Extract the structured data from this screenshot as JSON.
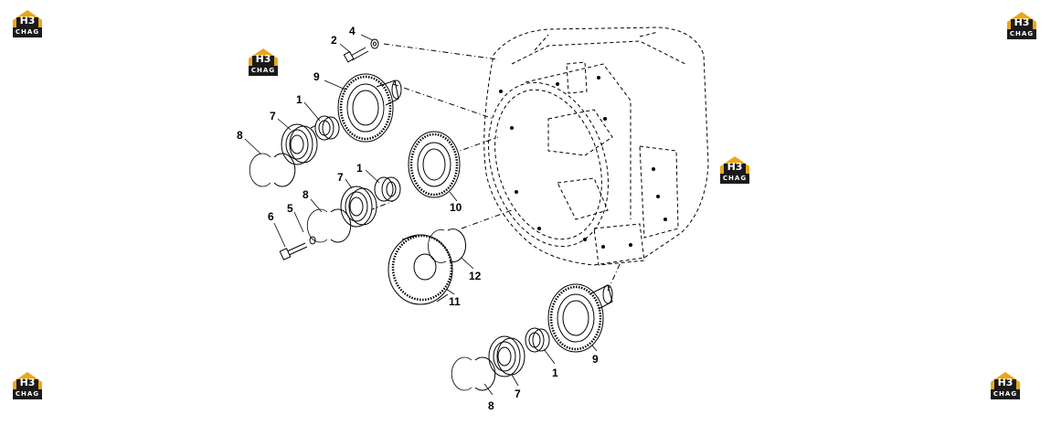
{
  "logo": {
    "brand_letters": "H3",
    "caption": "CHAG",
    "brand_color": "#e9a81b"
  },
  "callouts": [
    "1",
    "2",
    "4",
    "5",
    "6",
    "7",
    "8",
    "9",
    "10",
    "11",
    "12"
  ]
}
